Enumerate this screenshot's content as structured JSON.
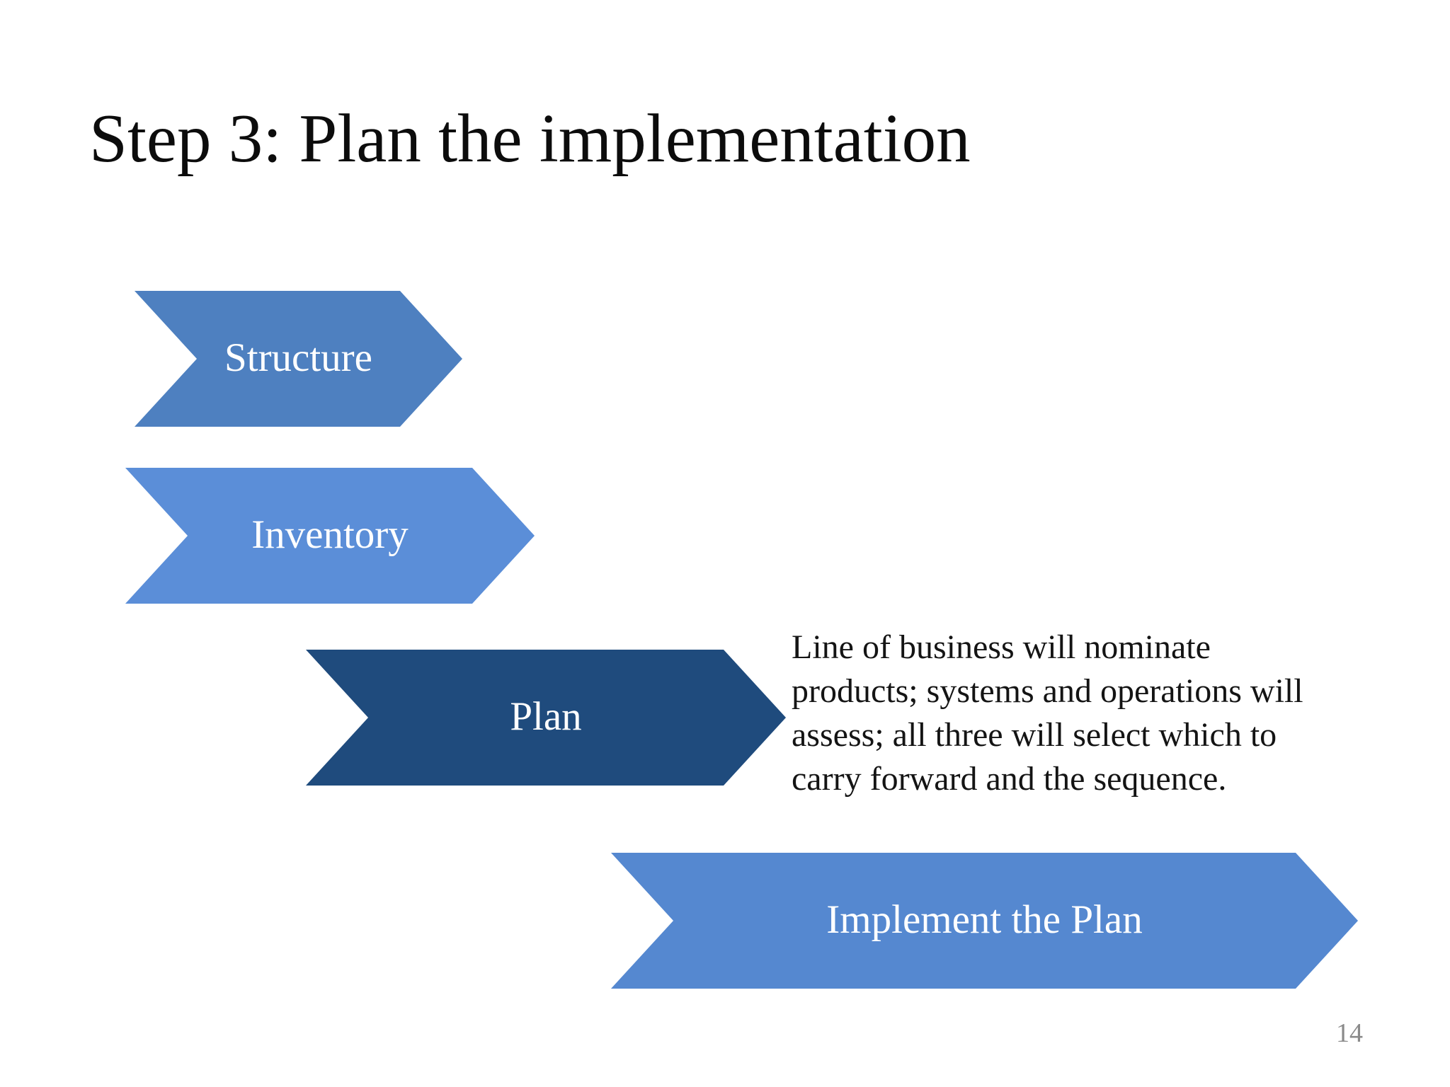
{
  "slide": {
    "title": "Step 3: Plan the implementation",
    "page_number": "14",
    "background_color": "#ffffff"
  },
  "arrows": [
    {
      "id": "structure",
      "label": "Structure",
      "color": "#4e80c0",
      "text_color": "#ffffff"
    },
    {
      "id": "inventory",
      "label": "Inventory",
      "color": "#5b8ed8",
      "text_color": "#ffffff"
    },
    {
      "id": "plan",
      "label": "Plan",
      "color": "#1f4b7d",
      "text_color": "#ffffff"
    },
    {
      "id": "implement",
      "label": "Implement the Plan",
      "color": "#5588d0",
      "text_color": "#ffffff"
    }
  ],
  "description": {
    "lines": [
      "Line of business will nominate",
      "products; systems and operations will",
      "assess; all three will select which to",
      "carry forward and the sequence."
    ],
    "text_color": "#141414"
  }
}
